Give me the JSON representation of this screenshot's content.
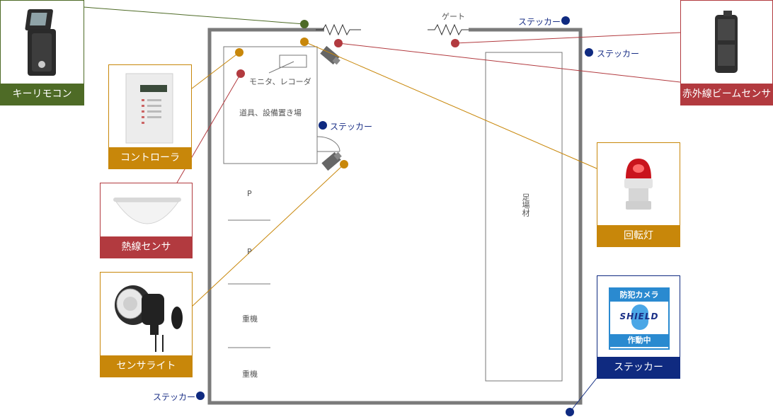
{
  "colors": {
    "green": "#4e6b26",
    "gold": "#c8870a",
    "red": "#b23a3f",
    "navy": "#0f2a80",
    "wall": "#7a7a7a"
  },
  "floor": {
    "gate_label": "ゲート",
    "equipment_area_label": "道具、設備置き場",
    "monitor_label": "モニタ、レコーダ",
    "parking_1": "P",
    "parking_2": "P",
    "heavy_1": "重機",
    "heavy_2": "重機",
    "scaffold_label": "足場材"
  },
  "stickers": [
    "ステッカー",
    "ステッカー",
    "ステッカー",
    "ステッカー"
  ],
  "devices": {
    "key_remote": {
      "label": "キーリモコン",
      "icon": "key-switch-box"
    },
    "controller": {
      "label": "コントローラ",
      "icon": "control-panel"
    },
    "heat_sensor": {
      "label": "熱線センサ",
      "icon": "dome-sensor"
    },
    "sensor_light": {
      "label": "センサライト",
      "icon": "flood-light"
    },
    "ir_beam": {
      "label": "赤外線ビームセンサ",
      "icon": "beam-sensor"
    },
    "rotating_light": {
      "label": "回転灯",
      "icon": "rotating-beacon"
    },
    "sticker": {
      "label": "ステッカー",
      "icon": "warning-sticker",
      "sign_top": "防犯カメラ",
      "sign_brand": "SHIELD",
      "sign_bottom": "作動中"
    }
  }
}
